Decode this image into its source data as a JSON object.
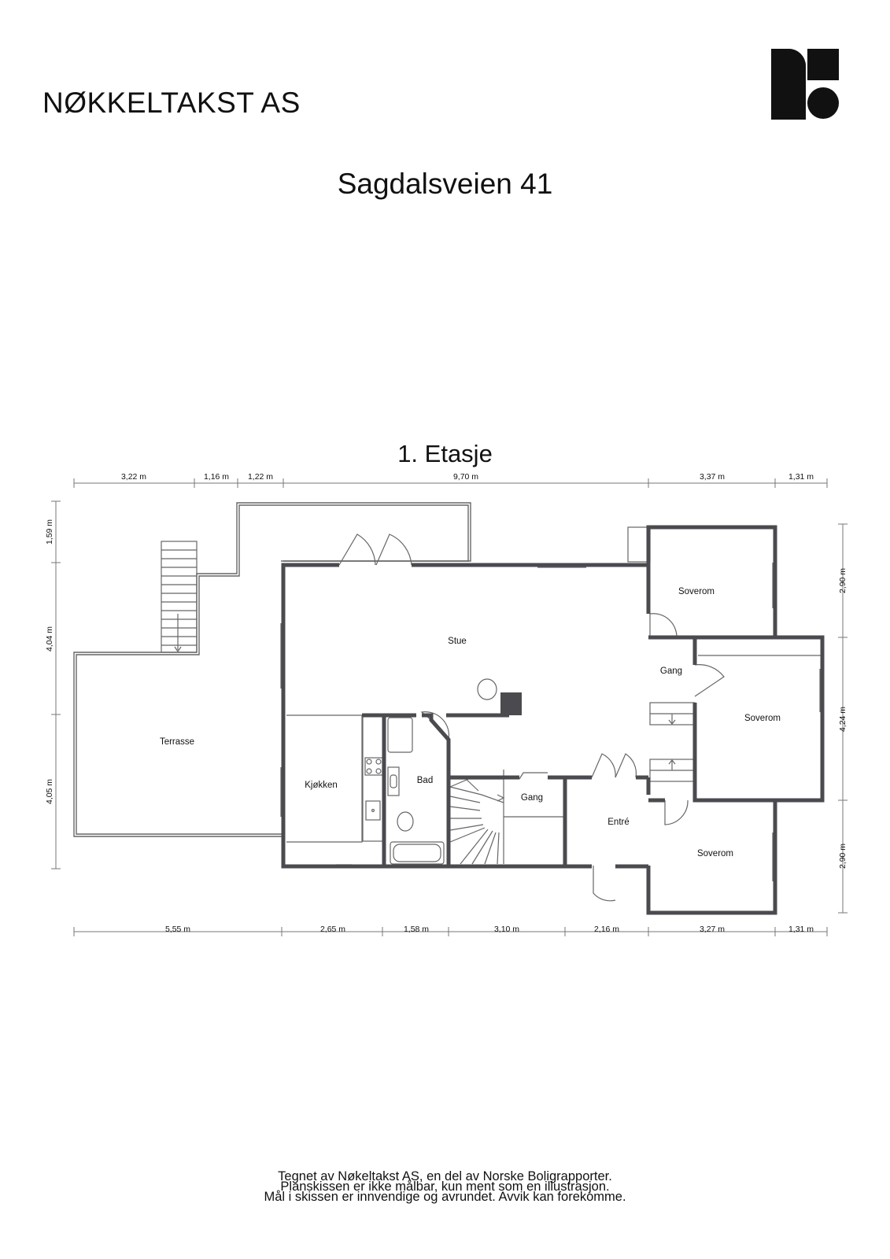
{
  "header": {
    "company": "NØKKELTAKST AS",
    "logo_icon": "nokkeltakst-logo-icon",
    "address": "Sagdalsveien 41"
  },
  "floor": {
    "title": "1. Etasje",
    "rooms": {
      "terrasse": "Terrasse",
      "stue": "Stue",
      "kjokken": "Kjøkken",
      "bad": "Bad",
      "gang_stair": "Gang",
      "gang_right": "Gang",
      "entre": "Entré",
      "soverom_top": "Soverom",
      "soverom_mid": "Soverom",
      "soverom_bottom": "Soverom"
    },
    "dims_top": [
      "3,22 m",
      "1,16 m",
      "1,22 m",
      "9,70 m",
      "3,37 m",
      "1,31 m"
    ],
    "dims_bottom": [
      "5,55 m",
      "2,65 m",
      "1,58 m",
      "3,10 m",
      "2,16 m",
      "3,27 m",
      "1,31 m"
    ],
    "dims_left": [
      "1,59 m",
      "4,04 m",
      "4,05 m"
    ],
    "dims_right": [
      "2,90 m",
      "4,24 m",
      "2,90 m"
    ]
  },
  "footer": {
    "line1": "Tegnet av Nøkeltakst AS, en del av Norske Boligrapporter.",
    "line2": "Planskissen er ikke målbar, kun ment som en illustrasjon.",
    "line3": "Mål i skissen er innvendige og avrundet. Avvik kan forekomme."
  },
  "colors": {
    "wall": "#4a4a4f",
    "line": "#666666",
    "text": "#111111"
  }
}
